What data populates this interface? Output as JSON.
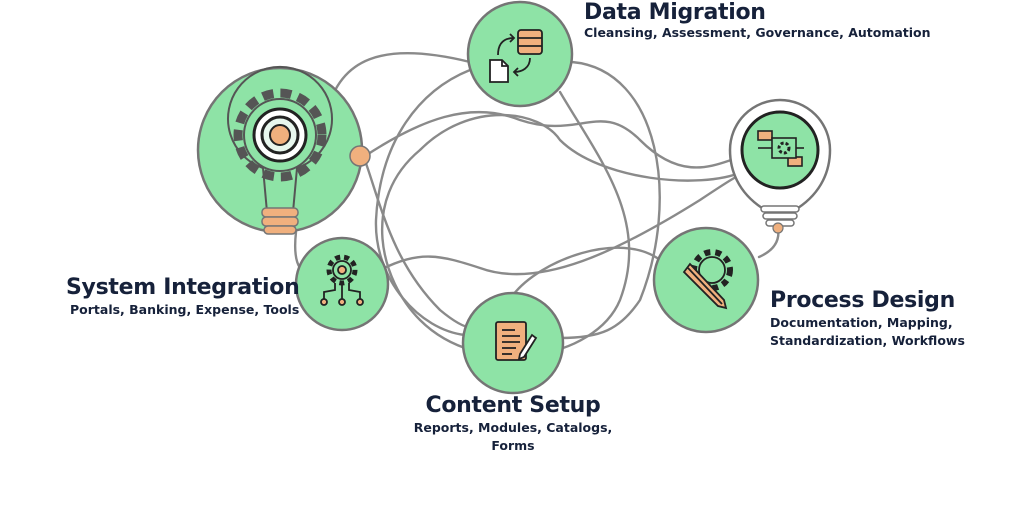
{
  "colors": {
    "node_fill": "#8ee3a6",
    "node_stroke": "#757575",
    "connector": "#8a8a8a",
    "accent": "#f0b07e",
    "text": "#16213a"
  },
  "nodes": {
    "data_migration": {
      "title": "Data Migration",
      "subtitle": "Cleansing, Assessment, Governance, Automation",
      "icon": "database-migration-icon"
    },
    "system_integration": {
      "title": "System Integration",
      "subtitle": "Portals, Banking, Expense, Tools",
      "icon": "gear-network-icon"
    },
    "content_setup": {
      "title": "Content Setup",
      "subtitle": "Reports, Modules, Catalogs, Forms",
      "icon": "document-pen-icon"
    },
    "process_design": {
      "title": "Process Design",
      "subtitle_line1": "Documentation, Mapping,",
      "subtitle_line2": "Standardization, Workflows",
      "icon": "gear-pencil-icon"
    },
    "big_bulb": {
      "icon": "lightbulb-gear-icon"
    },
    "small_bulb": {
      "icon": "lightbulb-flowchart-icon"
    }
  }
}
